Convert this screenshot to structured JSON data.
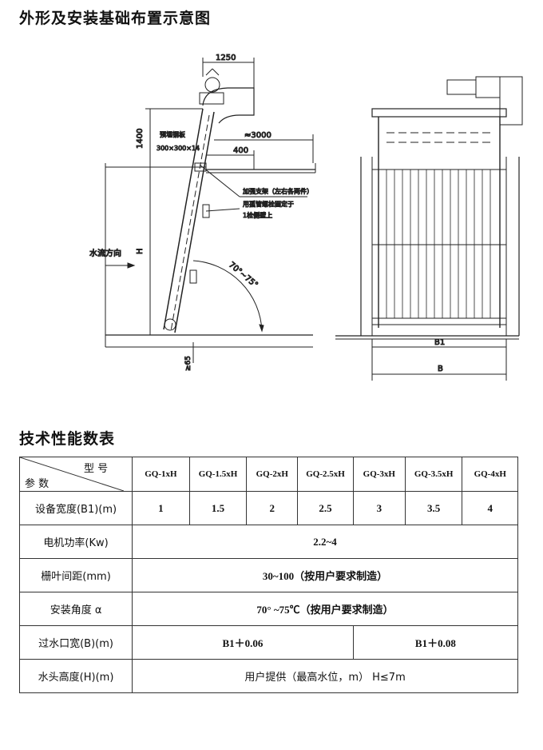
{
  "heading_layout": "外形及安装基础布置示意图",
  "heading_table": "技术性能数表",
  "drawing": {
    "dim_1250": "1250",
    "dim_1400": "1400",
    "dim_3000": "≈3000",
    "dim_400": "400",
    "plate_label": "预埋钢板",
    "plate_size": "300×300×14",
    "brace_label": "加强支架（左右各两件）",
    "brace_note1": "用孤管螺栓固定于",
    "brace_note2": "1栓侧壁上",
    "flow_label": "水流方向",
    "dim_H": "H",
    "angle": "70°~75°",
    "dim_65": "≥65",
    "dim_B1": "B1",
    "dim_B": "B"
  },
  "table": {
    "corner_top": "型 号",
    "corner_bottom": "参 数",
    "models": [
      "GQ-1xH",
      "GQ-1.5xH",
      "GQ-2xH",
      "GQ-2.5xH",
      "GQ-3xH",
      "GQ-3.5xH",
      "GQ-4xH"
    ],
    "row_width_label": "设备宽度(B1)(m)",
    "widths": [
      "1",
      "1.5",
      "2",
      "2.5",
      "3",
      "3.5",
      "4"
    ],
    "row_power_label": "电机功率(Kw)",
    "power": "2.2~4",
    "row_gap_label": "栅叶间距(mm)",
    "gap": "30~100（按用户要求制造）",
    "row_angle_label": "安装角度 α",
    "angle": "70° ~75℃（按用户要求制造）",
    "row_outlet_label": "过水口宽(B)(m)",
    "outlet_a": "B1＋0.06",
    "outlet_b": "B1＋0.08",
    "row_head_label": "水头高度(H)(m)",
    "head": "用户提供（最高水位，m） H≤7m"
  }
}
